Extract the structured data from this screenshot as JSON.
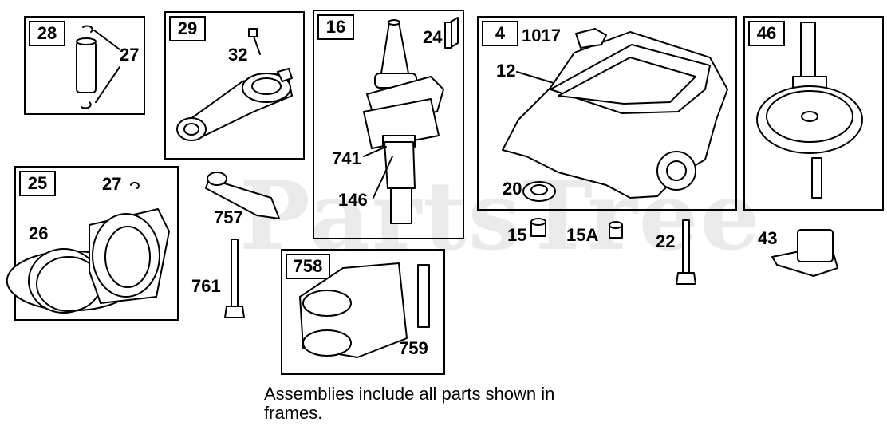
{
  "watermark": "PartsTree",
  "frames": {
    "f28": "28",
    "f29": "29",
    "f16": "16",
    "f4": "4",
    "f46": "46",
    "f25": "25",
    "f758": "758"
  },
  "labels": {
    "l27a": "27",
    "l32": "32",
    "l24": "24",
    "l1017": "1017",
    "l12": "12",
    "l741": "741",
    "l146": "146",
    "l20": "20",
    "l27b": "27",
    "l26": "26",
    "l757": "757",
    "l761": "761",
    "l759": "759",
    "l15": "15",
    "l15a": "15A",
    "l22": "22",
    "l43": "43"
  },
  "note": "Assemblies include all parts shown in frames."
}
